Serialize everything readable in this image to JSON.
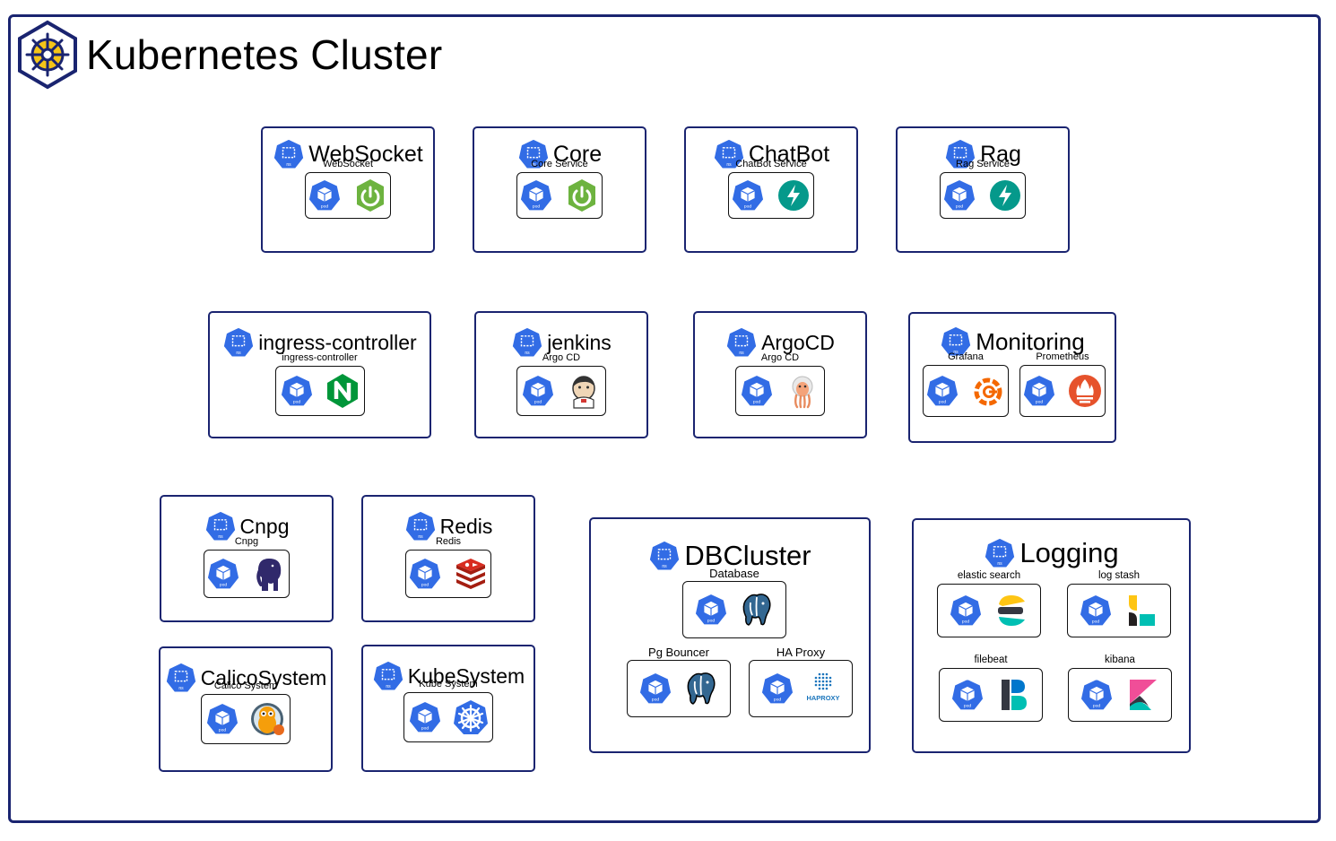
{
  "cluster": {
    "title": "Kubernetes Cluster"
  },
  "icon_text": {
    "ns": "ns",
    "pod": "pod"
  },
  "namespaces": [
    {
      "id": "websocket",
      "title": "WebSocket",
      "services": [
        {
          "label": "WebSocket",
          "app": "spring-icon"
        }
      ]
    },
    {
      "id": "core",
      "title": "Core",
      "services": [
        {
          "label": "Core Service",
          "app": "spring-icon"
        }
      ]
    },
    {
      "id": "chatbot",
      "title": "ChatBot",
      "services": [
        {
          "label": "ChatBot Service",
          "app": "fastapi-icon"
        }
      ]
    },
    {
      "id": "rag",
      "title": "Rag",
      "services": [
        {
          "label": "Rag Service",
          "app": "fastapi-icon"
        }
      ]
    },
    {
      "id": "ingress",
      "title": "ingress-controller",
      "services": [
        {
          "label": "ingress-controller",
          "app": "nginx-icon"
        }
      ]
    },
    {
      "id": "jenkins",
      "title": "jenkins",
      "services": [
        {
          "label": "Argo CD",
          "app": "jenkins-icon"
        }
      ]
    },
    {
      "id": "argocd",
      "title": "ArgoCD",
      "services": [
        {
          "label": "Argo CD",
          "app": "argo-icon"
        }
      ]
    },
    {
      "id": "monitoring",
      "title": "Monitoring",
      "services": [
        {
          "label": "Grafana",
          "app": "grafana-icon"
        },
        {
          "label": "Prometheus",
          "app": "prometheus-icon"
        }
      ]
    },
    {
      "id": "cnpg",
      "title": "Cnpg",
      "services": [
        {
          "label": "Cnpg",
          "app": "cnpg-elephant-icon"
        }
      ]
    },
    {
      "id": "redis",
      "title": "Redis",
      "services": [
        {
          "label": "Redis",
          "app": "redis-icon"
        }
      ]
    },
    {
      "id": "calico",
      "title": "CalicoSystem",
      "services": [
        {
          "label": "Calico System",
          "app": "calico-icon"
        }
      ]
    },
    {
      "id": "kubesystem",
      "title": "KubeSystem",
      "services": [
        {
          "label": "Kube System",
          "app": "kubernetes-wheel-icon"
        }
      ]
    },
    {
      "id": "dbcluster",
      "title": "DBCluster",
      "services": [
        {
          "label": "Database",
          "app": "postgres-icon"
        },
        {
          "label": "Pg Bouncer",
          "app": "postgres-icon"
        },
        {
          "label": "HA Proxy",
          "app": "haproxy-icon",
          "app_text": "HAPROXY"
        }
      ]
    },
    {
      "id": "logging",
      "title": "Logging",
      "services": [
        {
          "label": "elastic search",
          "app": "elasticsearch-icon"
        },
        {
          "label": "log stash",
          "app": "logstash-icon"
        },
        {
          "label": "filebeat",
          "app": "filebeat-icon"
        },
        {
          "label": "kibana",
          "app": "kibana-icon"
        }
      ]
    }
  ],
  "colors": {
    "k8s_blue": "#326ce5",
    "border": "#1a2470",
    "spring": "#6db33f",
    "fastapi": "#05998b",
    "nginx": "#009639",
    "redis": "#d82c20",
    "grafana": "#f46800",
    "prometheus": "#e6522c",
    "postgres": "#336791",
    "calico": "#f59e0b"
  }
}
